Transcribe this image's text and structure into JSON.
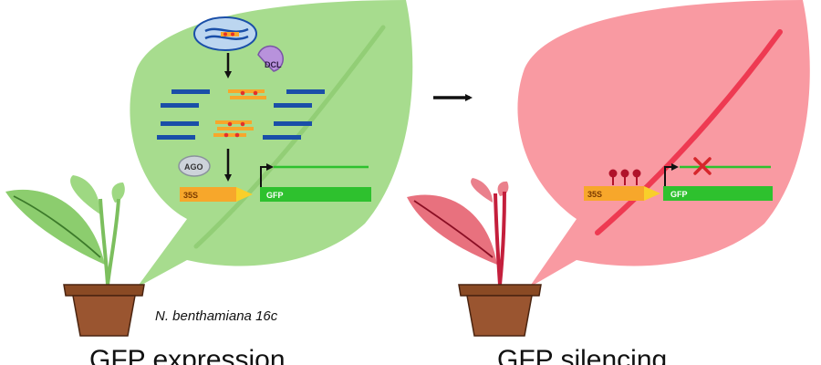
{
  "left_panel": {
    "species_label": "N. benthamiana 16c",
    "caption": "GFP expression",
    "labels": {
      "dcl": "DCL",
      "ago": "AGO",
      "promoter": "35S",
      "gene": "GFP"
    }
  },
  "right_panel": {
    "caption": "GFP silencing",
    "labels": {
      "promoter": "35S",
      "gene": "GFP"
    }
  },
  "colors": {
    "green_leaf": "#a7dc8e",
    "green_plant": "#8ccd6e",
    "pink_leaf": "#f99aa2",
    "pink_plant": "#e8717e",
    "dark_red_stem": "#c41f3c",
    "gfp_green": "#2ec12e",
    "promoter_orange": "#f7a72b",
    "arrow_yellow": "#f9cf2a",
    "sirna_blue": "#1a4fa8",
    "sirna_red": "#e4302a",
    "methyl_red": "#b0122a",
    "pot_brown": "#8a4a24"
  }
}
